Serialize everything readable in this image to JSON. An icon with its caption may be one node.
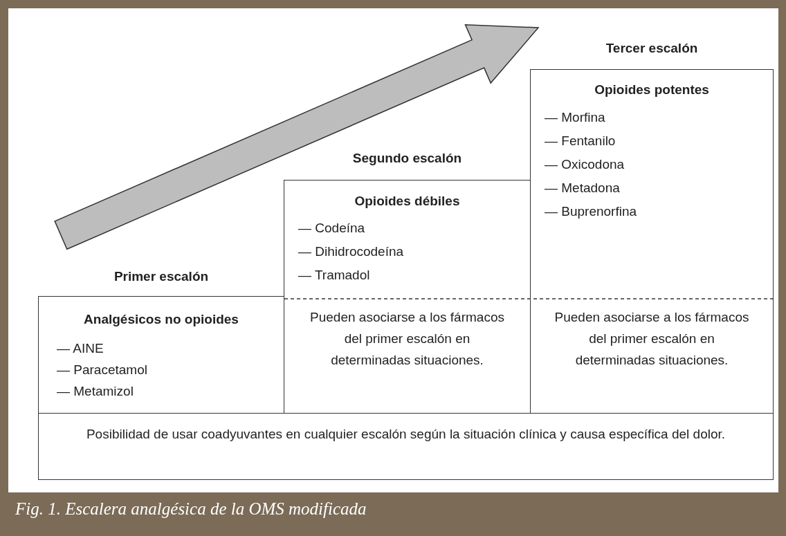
{
  "diagram": {
    "caption": "Fig. 1. Escalera analgésica de la OMS modificada",
    "nodes": [
      {
        "text": [
          "Primer escalón",
          "Analgésicos no opioides",
          "— AINE",
          "— Paracetamol",
          "— Metamizol"
        ]
      },
      {
        "text": [
          "Segundo escalón",
          "Opioides débiles",
          "— Codeína",
          "— Dihidrocodeína",
          "— Tramadol",
          "Pueden asociarse a los fármacos del primer escalón en determinadas situaciones."
        ]
      },
      {
        "text": [
          "Tercer escalón",
          "Opioides potentes",
          "— Morfina",
          "— Fentanilo",
          "— Oxicodona",
          "— Metadona",
          "— Buprenorfina",
          "Pueden asociarse a los fármacos del primer escalón en determinadas situaciones."
        ]
      },
      {
        "text": [
          "Posibilidad de usar coadyuvantes en cualquier escalón según la situación clínica y causa específica del dolor."
        ]
      }
    ],
    "edges": []
  }
}
